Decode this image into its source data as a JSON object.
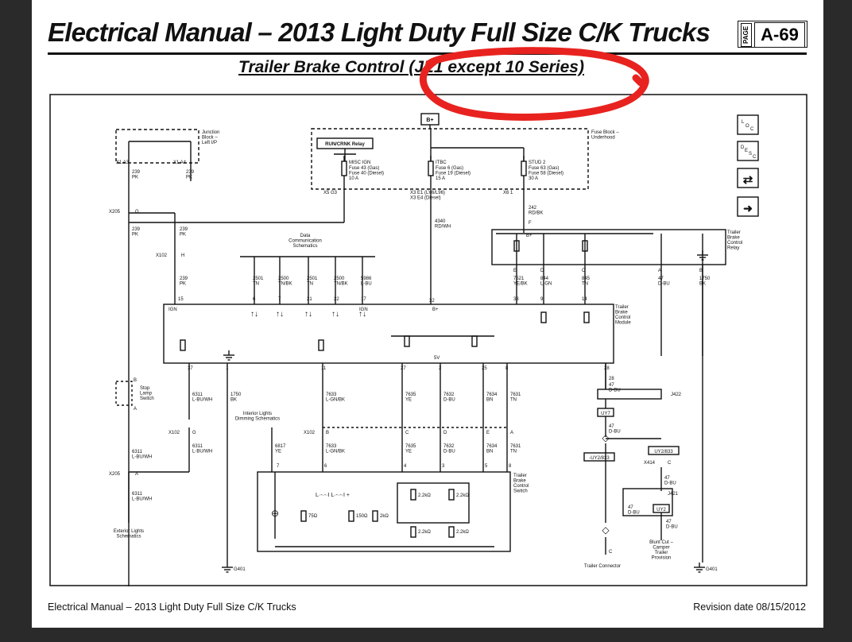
{
  "header": {
    "title": "Electrical Manual – 2013 Light Duty Full Size C/K Trucks",
    "page_label": "PAGE",
    "page_number": "A-69",
    "subtitle": "Trailer Brake Control (JL1 except 10 Series)"
  },
  "annotation": {
    "color": "#e8231f"
  },
  "diagram": {
    "nav_icons": [
      "location-icon",
      "description-icon",
      "connector-swap-icon",
      "next-arrow-icon"
    ],
    "nav_text": {
      "loc_l": "L",
      "loc_o": "O",
      "loc_c": "C",
      "desc_d": "D",
      "desc_e": "E",
      "desc_s": "S",
      "desc_c": "C"
    },
    "bplus": "B+",
    "junction_block": "Junction\nBlock –\nLeft I/P",
    "fuse_block": "Fuse Block –\nUnderhood",
    "relay": "RUN/CRNK Relay",
    "fuses": [
      {
        "name": "MISC IGN",
        "detail": "Fuse 43 (Gas)\nFuse 40 (Diesel)\n10 A",
        "pins": "X5  G3"
      },
      {
        "name": "ITBC",
        "detail": "Fuse 6 (Gas)\nFuse 19 (Diesel)\n15 A",
        "pins": "X3  E1 (LY6/L96)\nX3  E4 (Diesel)"
      },
      {
        "name": "STUD 2",
        "detail": "Fuse 63 (Gas)\nFuse 58 (Diesel)\n30 A",
        "pins": "X6  1"
      }
    ],
    "wires_top": [
      "X1  A3",
      "X1  A4",
      "239\nPK",
      "239\nPK",
      "X205",
      "G",
      "239\nPK",
      "239\nPK",
      "X102",
      "H",
      "239\nPK",
      "15",
      "IGN"
    ],
    "stud_wire": "242\nRD/BK",
    "fuse_wire": "4340\nRD/WH",
    "data_comm": "Data\nCommunication\nSchematics",
    "data_wires": [
      {
        "ckt": "2501\nTN",
        "pin": "6"
      },
      {
        "ckt": "2500\nTN/BK",
        "pin": "7"
      },
      {
        "ckt": "2501\nTN",
        "pin": "21"
      },
      {
        "ckt": "2500\nTN/BK",
        "pin": "22"
      },
      {
        "ckt": "5986\nL-BU",
        "pin": "17"
      }
    ],
    "ign_label": "IGN",
    "bplus_pin": "32",
    "relay_label": "Trailer\nBrake\nControl\nRelay",
    "relay_pins": [
      {
        "pin": "E",
        "ckt": "7521\nYE/BK",
        "mod": "33"
      },
      {
        "pin": "D",
        "ckt": "844\nL-GN",
        "mod": "9"
      },
      {
        "pin": "C",
        "ckt": "845\nTN",
        "mod": "14"
      },
      {
        "pin": "A",
        "ckt": "47\nD-BU"
      },
      {
        "pin": "B",
        "ckt": "1750\nBK"
      }
    ],
    "relay_bplus": "B+",
    "relay_f": "F",
    "module_label": "Trailer\nBrake\nControl\nModule",
    "module_5v": "5V",
    "module_bottom_pins": [
      "37",
      "1",
      "11",
      "27",
      "2",
      "25",
      "8",
      "28"
    ],
    "stop_switch": "Stop\nLamp\nSwitch",
    "stop_b": "B",
    "stop_a": "A",
    "wires_mid": [
      {
        "ckt": "6311\nL-BU/WH"
      },
      {
        "ckt": "1750\nBK"
      },
      {
        "ckt": "7633\nL-GN/BK"
      },
      {
        "ckt": "7635\nYE"
      },
      {
        "ckt": "7632\nD-BU"
      },
      {
        "ckt": "7634\nBN"
      },
      {
        "ckt": "7631\nTN"
      }
    ],
    "j422": "J422",
    "wire_47_a": "47\nD-BU",
    "uy7": "UY7",
    "wire_47_b": "47\nD-BU",
    "uy2_833_a": "UY2/833",
    "uy2_833_b": "-UY2/833",
    "x414": "X414",
    "x414_c": "C",
    "wire_47_c": "47\nD-BU",
    "j421": "J421",
    "wire_47_d": "47\nD-BU",
    "uy2": "UY2",
    "wire_47_e": "47\nD-BU",
    "blunt": "Blunt Cut –\nCamper\nTrailer\nProvision",
    "trailer_connector": "Trailer Connector",
    "trailer_c": "C",
    "interior": "Interior Lights\nDimming Schematics",
    "x102_b": "X102",
    "x102_g": "X102",
    "conn_letters": [
      "B",
      "C",
      "D",
      "E",
      "A"
    ],
    "g_label": "G",
    "x205_a": "X205",
    "a_label": "A",
    "wires_low": [
      {
        "ckt": "6311\nL-BU/WH"
      },
      {
        "ckt": "6311\nL-BU/WH"
      },
      {
        "ckt": "6817\nYE"
      },
      {
        "ckt": "7633\nL-GN/BK"
      },
      {
        "ckt": "7635\nYE"
      },
      {
        "ckt": "7632\nD-BU"
      },
      {
        "ckt": "7634\nBN"
      },
      {
        "ckt": "7631\nTN"
      }
    ],
    "switch_pins": [
      "7",
      "6",
      "4",
      "3",
      "5",
      "8"
    ],
    "switch_label": "Trailer\nBrake\nControl\nSwitch",
    "resistors": [
      "75Ω",
      "150Ω",
      "2kΩ",
      "2.2kΩ",
      "2.2kΩ",
      "2.2kΩ",
      "2.2kΩ"
    ],
    "ext_lights": "Exterior Lights\nSchematics",
    "ground": "G401"
  },
  "footer": {
    "left": "Electrical Manual – 2013 Light Duty Full Size C/K Trucks",
    "right": "Revision date 08/15/2012"
  }
}
